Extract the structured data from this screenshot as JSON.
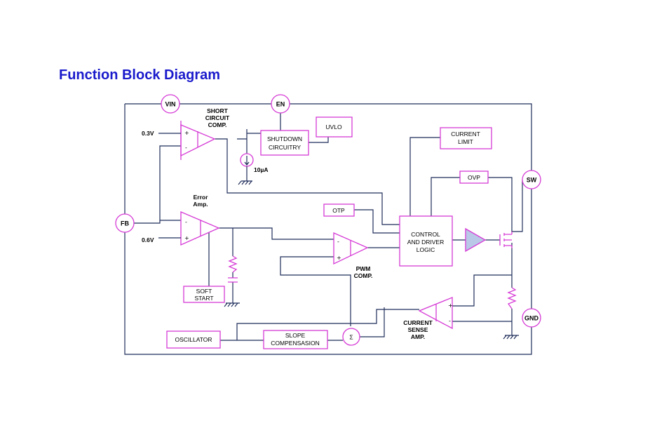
{
  "title": "Function Block Diagram",
  "pins": {
    "vin": "VIN",
    "en": "EN",
    "fb": "FB",
    "sw": "SW",
    "gnd": "GND"
  },
  "blocks": {
    "shutdown": [
      "SHUTDOWN",
      "CIRCUITRY"
    ],
    "uvlo": "UVLO",
    "current_limit": [
      "CURRENT",
      "LIMIT"
    ],
    "ovp": "OVP",
    "otp": "OTP",
    "control": [
      "CONTROL",
      "AND DRIVER",
      "LOGIC"
    ],
    "soft_start": [
      "SOFT",
      "START"
    ],
    "oscillator": "OSCILLATOR",
    "slope": [
      "SLOPE",
      "COMPENSASION"
    ],
    "sum": "Σ"
  },
  "labels": {
    "short_circuit": [
      "SHORT",
      "CIRCUIT",
      "COMP."
    ],
    "error_amp": [
      "Error",
      "Amp."
    ],
    "pwm_comp": [
      "PWM",
      "COMP."
    ],
    "current_sense": [
      "CURRENT",
      "SENSE",
      "AMP."
    ],
    "ref_03": "0.3V",
    "ref_06": "0.6V",
    "current_source": "10µA"
  },
  "signs": {
    "plus": "+",
    "minus": "-"
  },
  "colors": {
    "title": "#1a1acc",
    "wire": "#1f2d5a",
    "component": "#d63bd6",
    "driver_fill": "#b9c8e6"
  }
}
